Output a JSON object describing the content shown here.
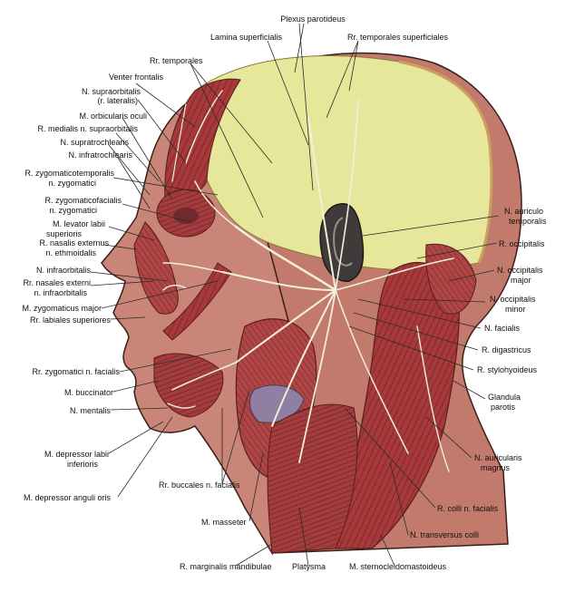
{
  "labels": {
    "plexus_parotideus": "Plexus  parotideus",
    "lamina_superficialis": "Lamina superficialis",
    "rr_temporales_superficiales": "Rr. temporales superficiales",
    "rr_temporales": "Rr. temporales",
    "venter_frontalis": "Venter frontalis",
    "n_supraorbitalis_1": "N. supraorbitalis",
    "n_supraorbitalis_2": "(r. lateralis)",
    "m_orbicularis_oculi": "M. orbicularis oculi",
    "r_medialis_supraorbitalis": "R. medialis n. supraorbitalis",
    "n_supratrochlearis": "N. supratrochlearis",
    "n_infratrochlearis": "N. infratrochlearis",
    "r_zygomaticotemporalis_1": "R. zygomaticotemporalis",
    "r_zygomaticotemporalis_2": "n. zygomatici",
    "r_zygomaticofacialis_1": "R. zygomaticofacialis",
    "r_zygomaticofacialis_2": "n. zygomatici",
    "m_levator_labii_1": "M. levator labii",
    "m_levator_labii_2": "superioris",
    "r_nasalis_externus_1": "R. nasalis externus",
    "r_nasalis_externus_2": "n. ethmoidalis",
    "n_infraorbitalis": "N. infraorbitalis",
    "rr_nasales_externi_1": "Rr. nasales externi",
    "rr_nasales_externi_2": "n. infraorbitalis",
    "m_zygomaticus_major": "M. zygomaticus major",
    "rr_labiales_superiores": "Rr. labiales superiores",
    "rr_zygomatici": "Rr. zygomatici n. facialis",
    "m_buccinator": "M. buccinator",
    "n_mentalis": "N. mentalis",
    "m_depressor_labii_1": "M. depressor labii",
    "m_depressor_labii_2": "inferioris",
    "m_depressor_anguli": "M. depressor anguli oris",
    "rr_buccales": "Rr. buccales n. facialis",
    "m_masseter": "M. masseter",
    "r_marginalis": "R. marginalis mandibulae",
    "platysma": "Platysma",
    "m_sternocleido": "M. sternocleidomastoideus",
    "n_auriculotemporalis_1": "N. auriculo",
    "n_auriculotemporalis_2": "temporalis",
    "r_occipitalis": "R. occipitalis",
    "n_occipitalis_major_1": "N. occipitalis",
    "n_occipitalis_major_2": "major",
    "n_occipitalis_minor_1": "N. occipitalis",
    "n_occipitalis_minor_2": "minor",
    "n_facialis": "N. facialis",
    "r_digastricus": "R. digastricus",
    "r_stylohyoideus": "R. stylohyoideus",
    "glandula_parotis_1": "Glandula",
    "glandula_parotis_2": "parotis",
    "n_auricularis_magnus_1": "N. auricularis",
    "n_auricularis_magnus_2": "magnus",
    "r_colli": "R. colli n. facialis",
    "n_transversus_colli": "N. transversus colli"
  },
  "colors": {
    "scalp_fascia": "#e6e79a",
    "muscle": "#a8393a",
    "muscle_dark": "#7e2a2d",
    "skin": "#c27a6c",
    "nerve": "#f1f0dc",
    "ear": "#3f3b3a",
    "gland": "#8e7fa3",
    "leader": "#2b2b2b"
  }
}
